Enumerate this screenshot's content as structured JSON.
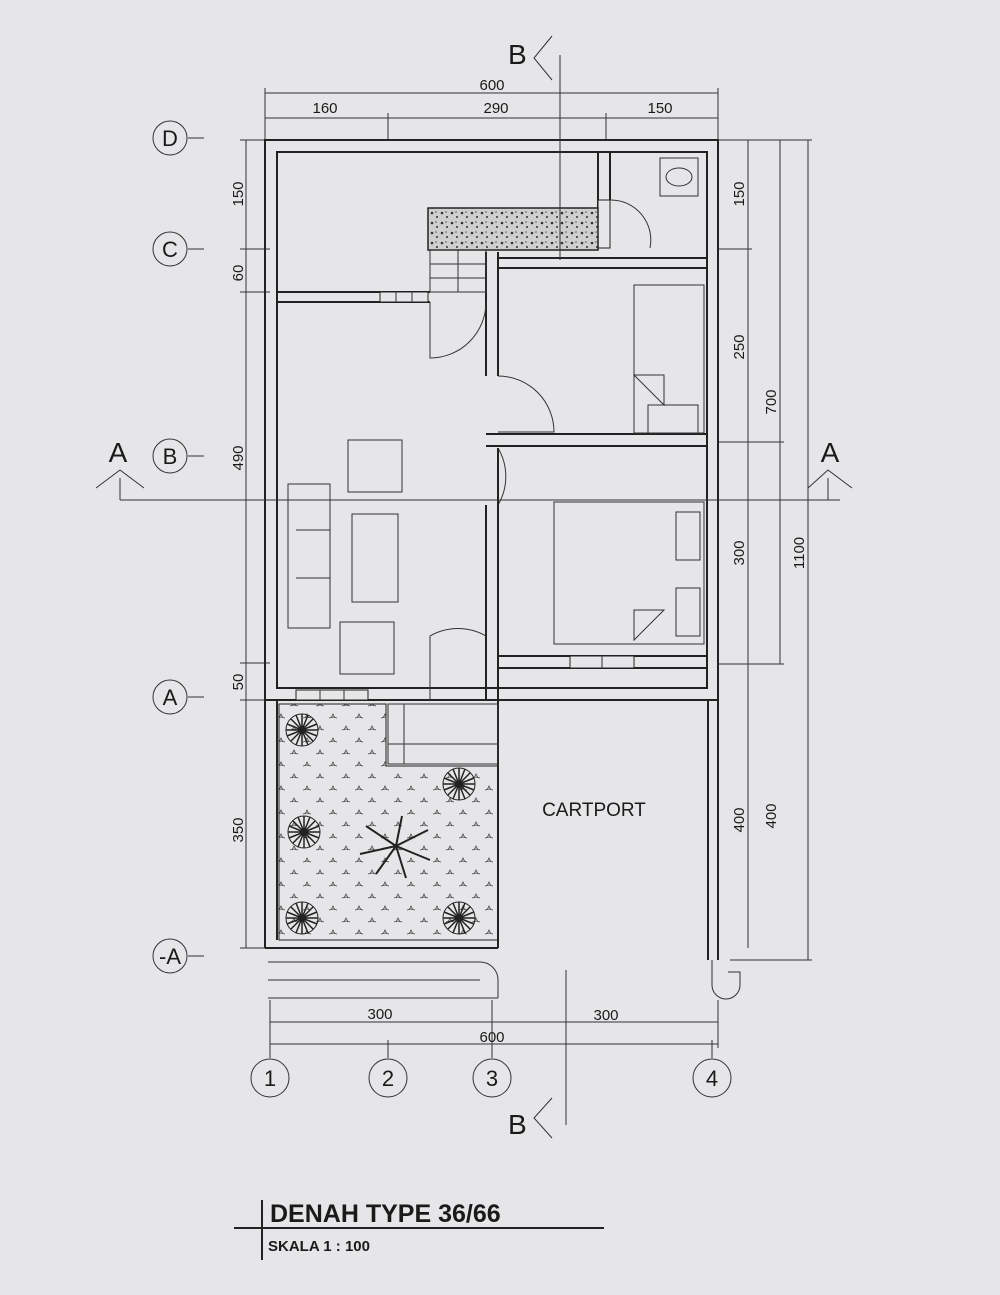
{
  "title": "DENAH TYPE 36/66",
  "scale": "SKALA 1 : 100",
  "room_label": "CARTPORT",
  "grid_rows": [
    "D",
    "C",
    "B",
    "A",
    "-A"
  ],
  "grid_cols": [
    "1",
    "2",
    "3",
    "4"
  ],
  "section_marks": {
    "a_left": "A",
    "a_right": "A",
    "b_top": "B",
    "b_bottom": "B"
  },
  "dims": {
    "top_total": "600",
    "top_1": "160",
    "top_2": "290",
    "top_3": "150",
    "bottom_total": "600",
    "bottom_1": "300",
    "bottom_2": "300",
    "left_1": "150",
    "left_2": "60",
    "left_3": "490",
    "left_4": "50",
    "left_5": "350",
    "right_1": "150",
    "right_2": "250",
    "right_3": "300",
    "right_4": "400",
    "right_total_inner": "700",
    "right_total_outer": "1100",
    "right_carport": "400"
  },
  "colors": {
    "paper": "#e6e6e8",
    "ink": "#222222",
    "hatch": "#b9b9b9"
  }
}
